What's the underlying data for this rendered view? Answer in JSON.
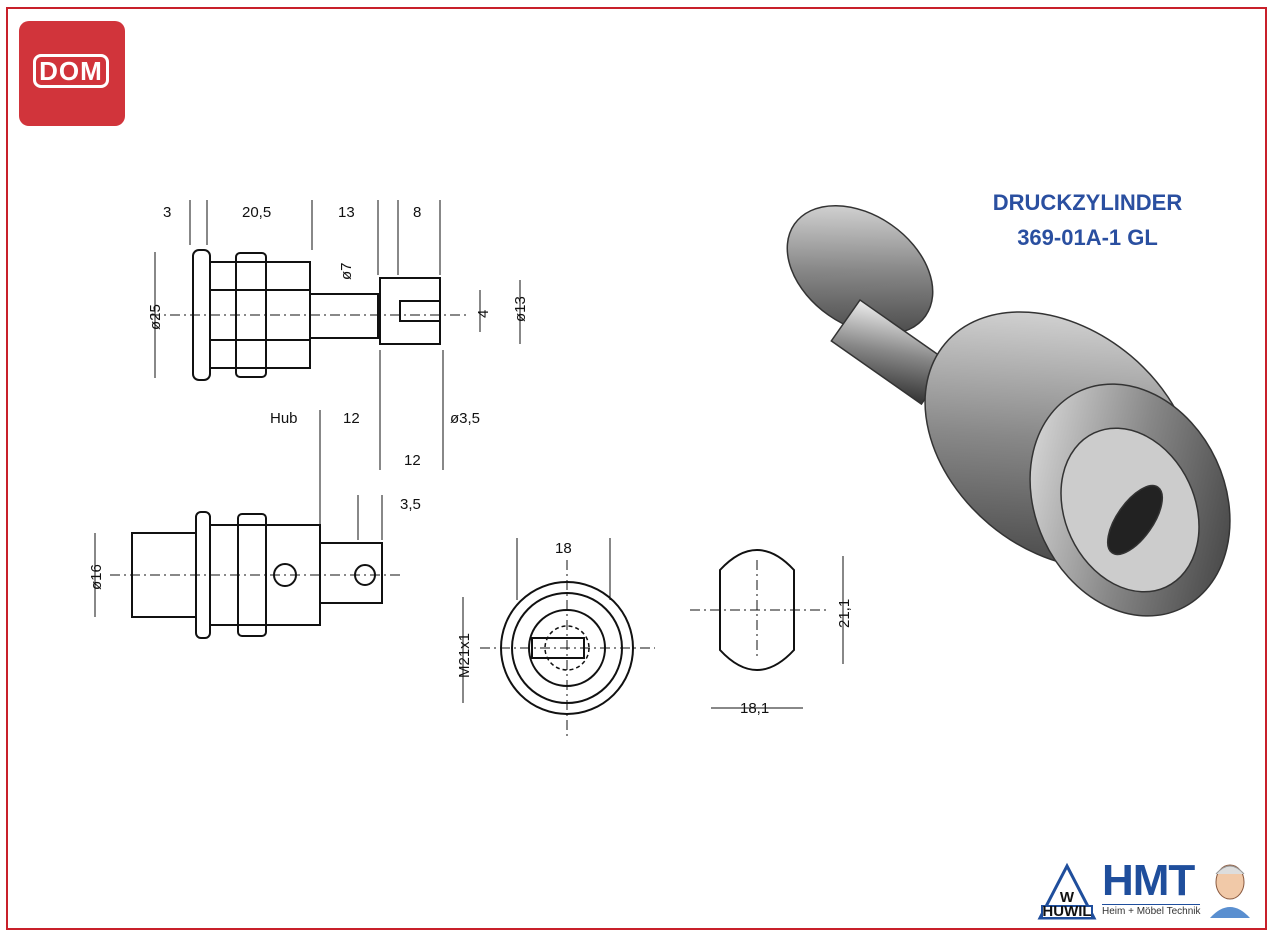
{
  "brand": {
    "logo_text": "DOM"
  },
  "product": {
    "title_line1": "DRUCKZYLINDER",
    "title_line2": "369-01A-1 GL"
  },
  "dimensions": {
    "d3": "3",
    "d20_5": "20,5",
    "d13": "13",
    "d8": "8",
    "dia25": "ø25",
    "dia7": "ø7",
    "d4": "4",
    "dia13": "ø13",
    "hub": "Hub",
    "hub12": "12",
    "dia3_5": "ø3,5",
    "d12b": "12",
    "d3_5": "3,5",
    "dia16": "ø16",
    "d18": "18",
    "m21": "M21x1",
    "d21_1": "21,1",
    "d18_1": "18,1"
  },
  "footer_logo": {
    "huwil": "HUWIL",
    "w": "W",
    "hmt": "HMT",
    "tagline": "Heim + Möbel Technik"
  },
  "colors": {
    "frame": "#c8202a",
    "dom_red": "#d1343b",
    "title_blue": "#2a4fa0",
    "hmt_blue": "#1f4e9c"
  }
}
